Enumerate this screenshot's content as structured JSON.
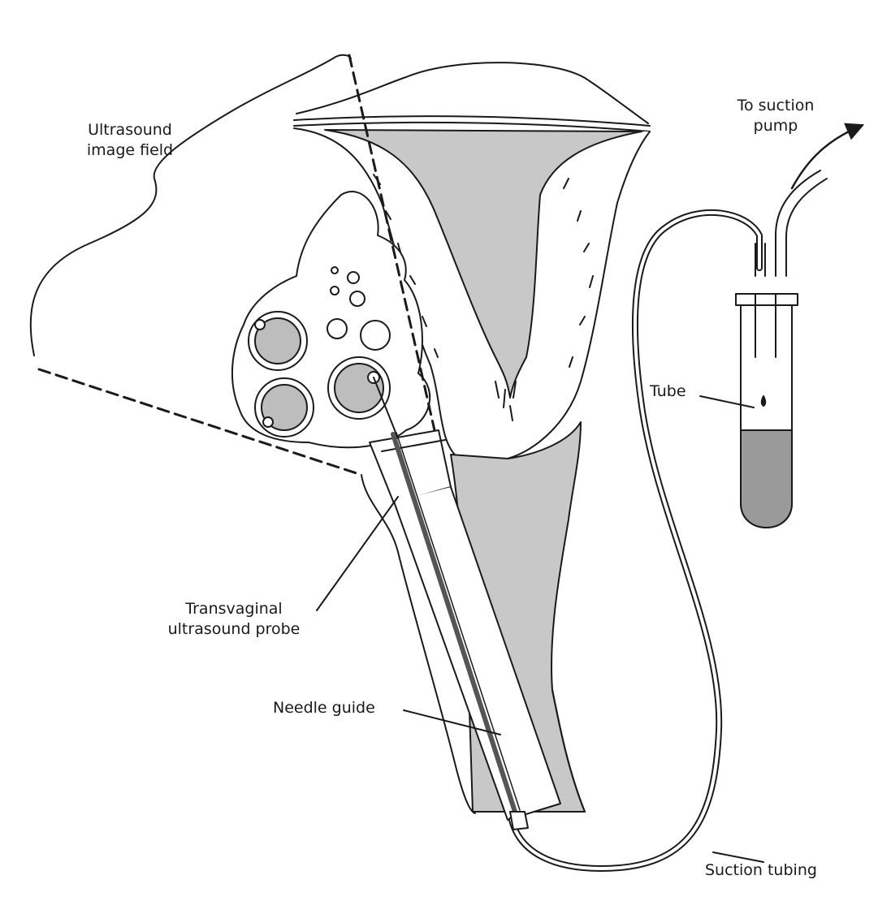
{
  "labels": {
    "ultrasound_field": [
      "Ultrasound",
      "image field"
    ],
    "suction_pump": [
      "To suction",
      "pump"
    ],
    "tube": "Tube",
    "probe": [
      "Transvaginal",
      "ultrasound probe"
    ],
    "needle_guide": "Needle guide",
    "suction_tubing": "Suction tubing"
  },
  "colors": {
    "ink": "#1a1a1a",
    "tissue_fill": "#c8c8c8",
    "follicle_fill": "#bdbdbd",
    "fluid_fill": "#9a9a9a",
    "background": "#ffffff"
  }
}
